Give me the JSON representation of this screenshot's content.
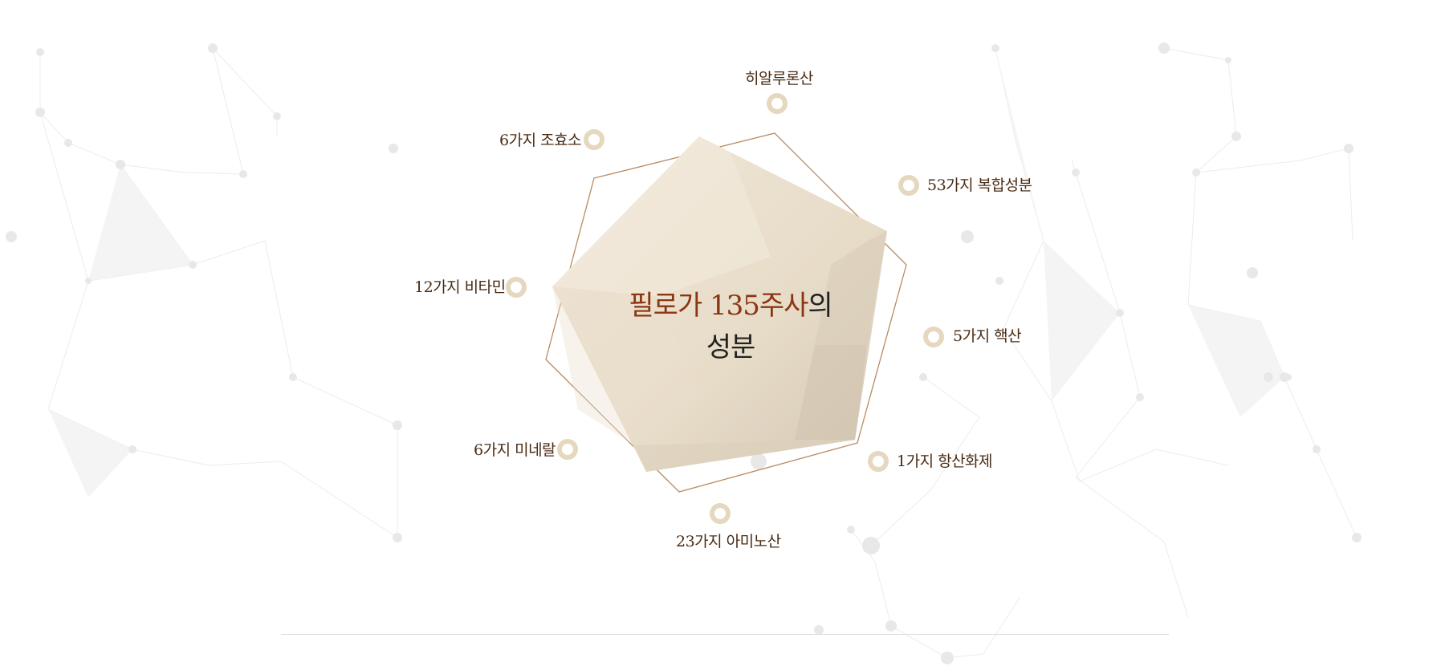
{
  "title": {
    "accent": "필로가 135주사",
    "suffix": "의",
    "line2": "성분"
  },
  "ingredients": [
    {
      "label": "히알루론산"
    },
    {
      "label": "53가지 복합성분"
    },
    {
      "label": "5가지 핵산"
    },
    {
      "label": "1가지 항산화제"
    },
    {
      "label": "23가지 아미노산"
    },
    {
      "label": "6가지 미네랄"
    },
    {
      "label": "12가지 비타민"
    },
    {
      "label": "6가지 조효소"
    }
  ],
  "colors": {
    "accent": "#8a3613",
    "label": "#4a2c14",
    "ring": "#e6d8bf",
    "outline": "#b78b63",
    "pentagon_light": "#f0e6d6",
    "pentagon_dark": "#d4c8b6"
  },
  "icons": [
    "ring-marker-icon"
  ]
}
